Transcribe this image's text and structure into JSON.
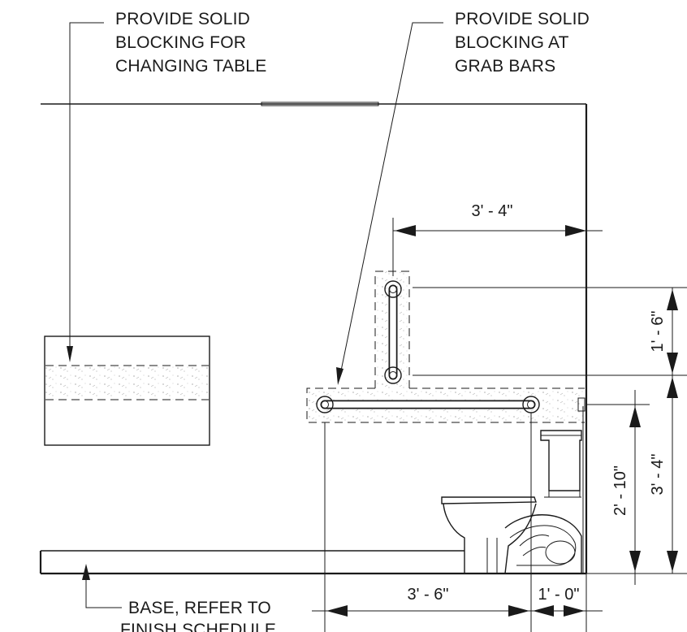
{
  "notes": {
    "changing_table": [
      "PROVIDE SOLID",
      "BLOCKING FOR",
      "CHANGING TABLE"
    ],
    "grab_bars": [
      "PROVIDE SOLID",
      "BLOCKING AT",
      "GRAB BARS"
    ],
    "base": [
      "BASE, REFER TO",
      "FINISH SCHEDULE"
    ]
  },
  "dimensions": {
    "grab_bar_offset": "3' - 4\"",
    "vertical_bar_length": "1' - 6\"",
    "bar_height": "2' - 10\"",
    "blocking_height": "3' - 4\"",
    "blocking_width": "3' - 6\"",
    "toilet_clearance": "1' - 0\""
  },
  "colors": {
    "line": "#1a1a1a",
    "background": "#ffffff"
  }
}
